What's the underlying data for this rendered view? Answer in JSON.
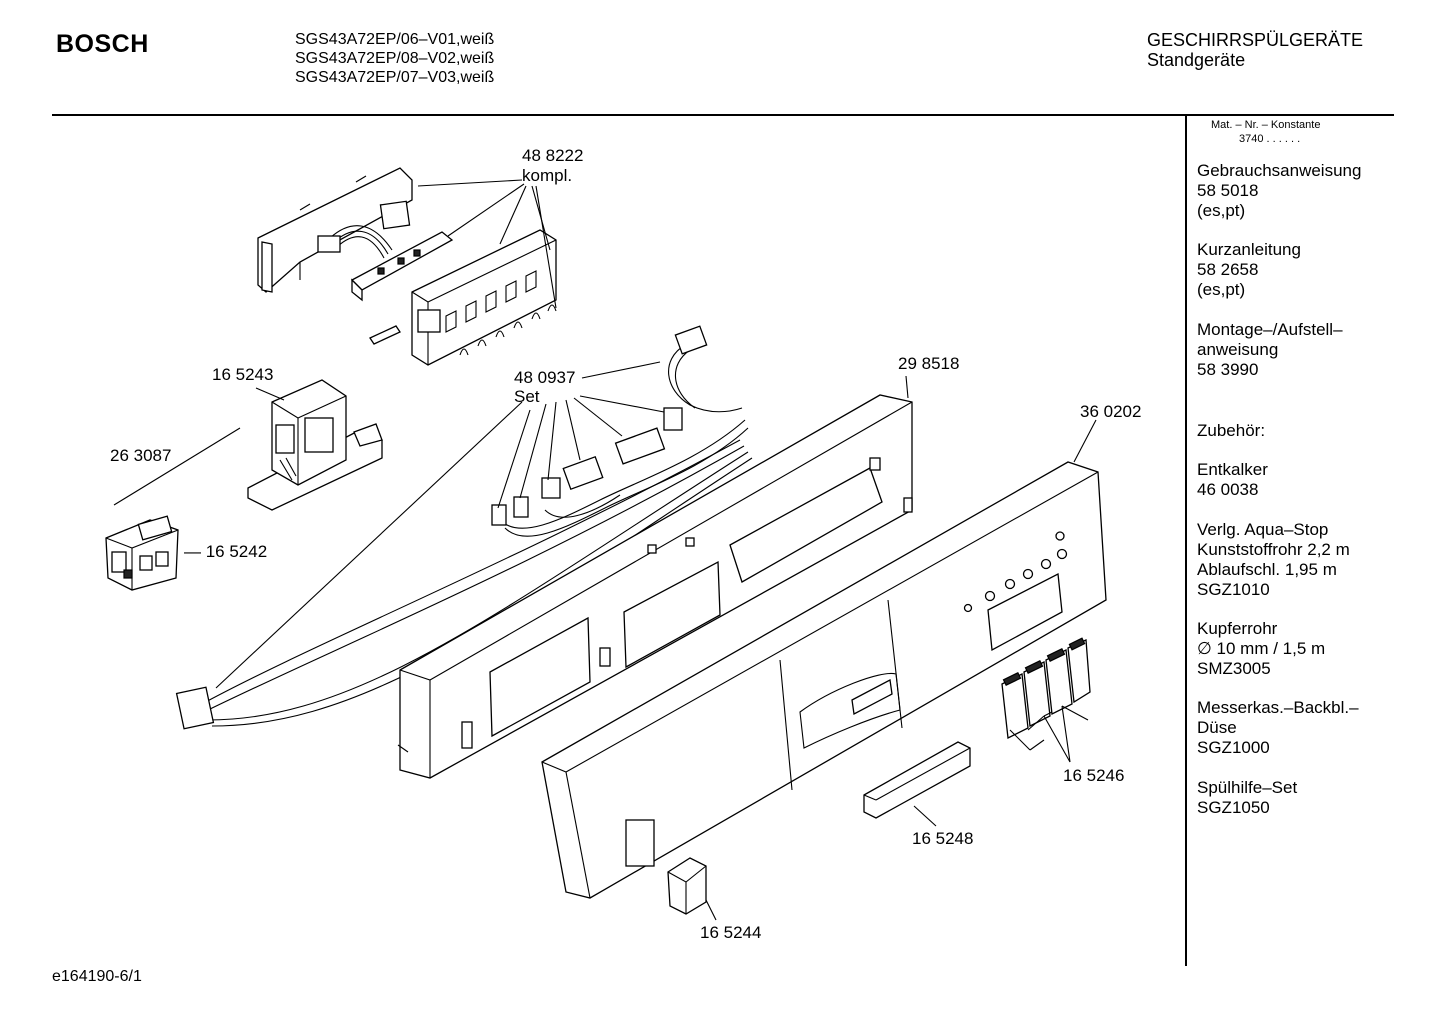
{
  "header": {
    "brand": "BOSCH",
    "models": [
      "SGS43A72EP/06–V01,weiß",
      "SGS43A72EP/08–V02,weiß",
      "SGS43A72EP/07–V03,weiß"
    ],
    "category": "GESCHIRRSPÜLGERÄTE",
    "subcategory": "Standgeräte"
  },
  "sidebar": {
    "header_line1": "Mat. – Nr. – Konstante",
    "header_line2": "3740 . .  . . . .",
    "blocks": [
      [
        "Gebrauchsanweisung",
        "58 5018",
        "(es,pt)"
      ],
      [
        "Kurzanleitung",
        "58 2658",
        "(es,pt)"
      ],
      [
        "Montage–/Aufstell–",
        "anweisung",
        "58 3990"
      ],
      [
        "Zubehör:"
      ],
      [
        "Entkalker",
        "46 0038"
      ],
      [
        "Verlg. Aqua–Stop",
        "Kunststoffrohr 2,2 m",
        "Ablaufschl. 1,95 m",
        "SGZ1010"
      ],
      [
        "Kupferrohr",
        "∅ 10 mm / 1,5 m",
        "SMZ3005"
      ],
      [
        "Messerkas.–Backbl.–",
        "Düse",
        "SGZ1000"
      ],
      [
        "Spülhilfe–Set",
        "SGZ1050"
      ]
    ]
  },
  "callouts": {
    "c488222": "48 8222",
    "kompl": "kompl.",
    "c165243": "16 5243",
    "c263087": "26 3087",
    "c165242": "— 16 5242",
    "c480937": "48 0937",
    "set": "Set",
    "c298518": "29 8518",
    "c360202": "36 0202",
    "c165246": "16 5246",
    "c165248": "16 5248",
    "c165244": "16 5244"
  },
  "footer": {
    "drawing_id": "e164190-6/1"
  }
}
